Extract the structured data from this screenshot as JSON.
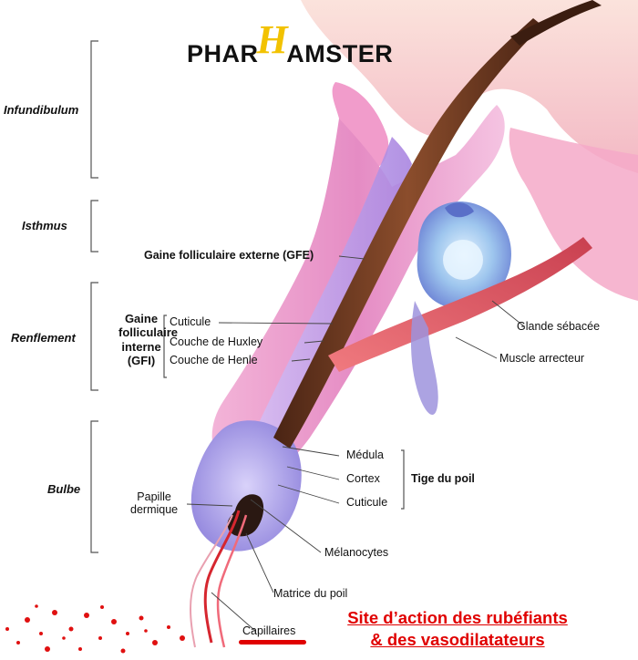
{
  "brand": {
    "prefix": "PHAR",
    "mark": "H",
    "suffix": "AMSTER",
    "mark_color": "#f2c200"
  },
  "regions": {
    "infundibulum": "Infundibulum",
    "isthmus": "Isthmus",
    "renflement": "Renflement",
    "bulbe": "Bulbe"
  },
  "labels": {
    "gfe": "Gaine folliculaire externe (GFE)",
    "gfi_lines": [
      "Gaine",
      "folliculaire",
      "interne",
      "(GFI)"
    ],
    "cuticule_gfi": "Cuticule",
    "huxley": "Couche de Huxley",
    "henle": "Couche de Henle",
    "glande": "Glande sébacée",
    "muscle": "Muscle arrecteur",
    "medula": "Médula",
    "cortex": "Cortex",
    "cuticule_tige": "Cuticule",
    "tige": "Tige du poil",
    "papille": [
      "Papille",
      "dermique"
    ],
    "melanocytes": "Mélanocytes",
    "matrice": "Matrice du poil",
    "capillaires": "Capillaires"
  },
  "site_action": [
    "Site d’action des rubéfiants",
    "& des vasodilatateurs"
  ],
  "colors": {
    "site_text": "#e00000",
    "highlight": "#e00000",
    "follicle_outer": "#eea6d2",
    "follicle_inner": "#b48fe6",
    "hair_shaft": "#6e3a22",
    "muscle": "#e0606a",
    "gland": "#8fb7e8",
    "skin": "#f7c6c0"
  }
}
